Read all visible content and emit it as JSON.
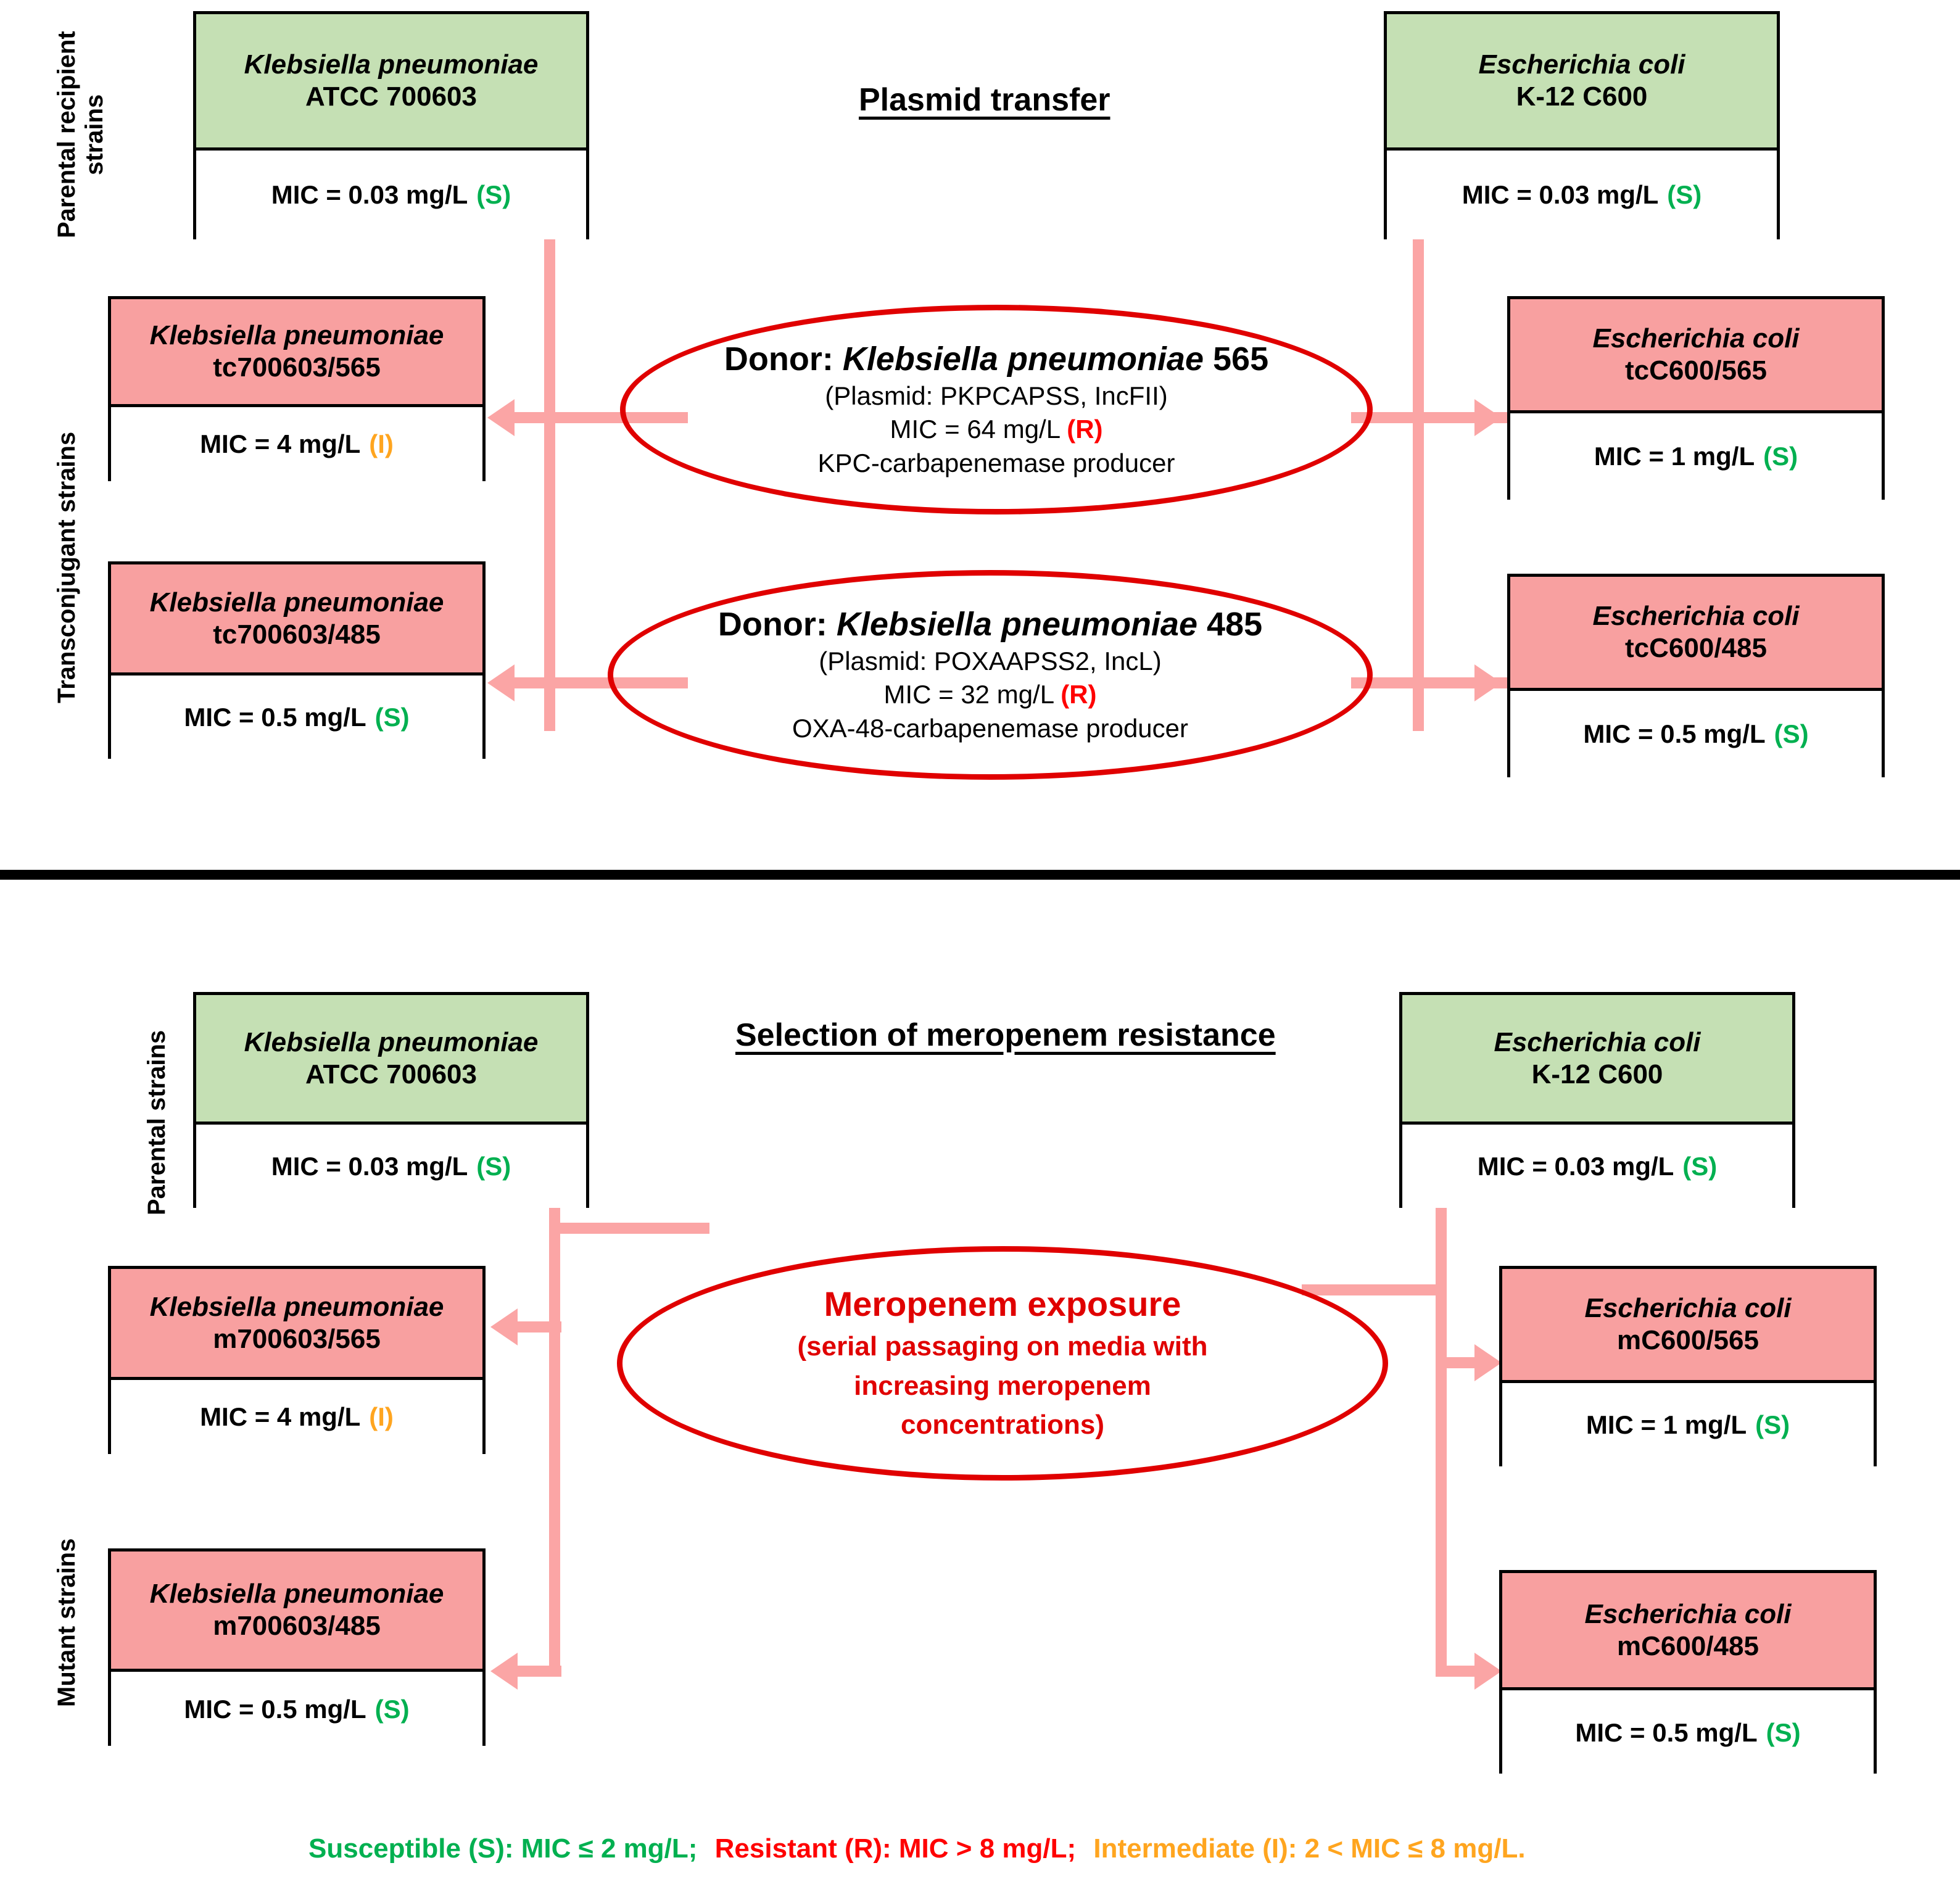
{
  "figure": {
    "colors": {
      "parental_fill": "#c5e0b4",
      "derived_fill": "#f8a0a0",
      "connector": "#fba5a5",
      "ellipse_stroke": "#e00000",
      "susceptible": "#00b050",
      "resistant": "#ff0000",
      "intermediate": "#ffa51f"
    }
  },
  "top_section": {
    "title": "Plasmid transfer",
    "row_labels": {
      "parental": "Parental recipient\nstrains",
      "derived": "Transconjugant strains"
    },
    "parental": [
      {
        "species": "Klebsiella pneumoniae",
        "strain": "ATCC 700603",
        "mic": "MIC = 0.03 mg/L",
        "category": "(S)",
        "category_key": "S"
      },
      {
        "species": "Escherichia coli",
        "strain": "K-12 C600",
        "mic": "MIC = 0.03 mg/L",
        "category": "(S)",
        "category_key": "S"
      }
    ],
    "donors": [
      {
        "title_prefix": "Donor: ",
        "title_species": "Klebsiella pneumoniae",
        "title_number": " 565",
        "plasmid": "(Plasmid: PKPCAPSS, IncFII)",
        "mic": "MIC = 64 mg/L",
        "category": "(R)",
        "category_key": "R",
        "enzyme": "KPC-carbapenemase producer"
      },
      {
        "title_prefix": "Donor: ",
        "title_species": "Klebsiella pneumoniae",
        "title_number": " 485",
        "plasmid": "(Plasmid: POXAAPSS2, IncL)",
        "mic": "MIC = 32 mg/L",
        "category": "(R)",
        "category_key": "R",
        "enzyme": "OXA-48-carbapenemase producer"
      }
    ],
    "transconjugants_left": [
      {
        "species": "Klebsiella pneumoniae",
        "strain": "tc700603/565",
        "mic": "MIC = 4 mg/L",
        "category": "(I)",
        "category_key": "I"
      },
      {
        "species": "Klebsiella pneumoniae",
        "strain": "tc700603/485",
        "mic": "MIC = 0.5 mg/L",
        "category": "(S)",
        "category_key": "S"
      }
    ],
    "transconjugants_right": [
      {
        "species": "Escherichia coli",
        "strain": "tcC600/565",
        "mic": "MIC = 1 mg/L",
        "category": "(S)",
        "category_key": "S"
      },
      {
        "species": "Escherichia coli",
        "strain": "tcC600/485",
        "mic": "MIC = 0.5 mg/L",
        "category": "(S)",
        "category_key": "S"
      }
    ]
  },
  "bottom_section": {
    "title": "Selection of meropenem resistance",
    "row_labels": {
      "parental": "Parental strains",
      "derived": "Mutant strains"
    },
    "parental": [
      {
        "species": "Klebsiella pneumoniae",
        "strain": "ATCC 700603",
        "mic": "MIC = 0.03 mg/L",
        "category": "(S)",
        "category_key": "S"
      },
      {
        "species": "Escherichia coli",
        "strain": "K-12 C600",
        "mic": "MIC = 0.03 mg/L",
        "category": "(S)",
        "category_key": "S"
      }
    ],
    "treatment": {
      "title": "Meropenem exposure",
      "line1": "(serial passaging on media with",
      "line2": "increasing meropenem",
      "line3": "concentrations)"
    },
    "mutants_left": [
      {
        "species": "Klebsiella pneumoniae",
        "strain": "m700603/565",
        "mic": "MIC = 4 mg/L",
        "category": "(I)",
        "category_key": "I"
      },
      {
        "species": "Klebsiella pneumoniae",
        "strain": "m700603/485",
        "mic": "MIC = 0.5 mg/L",
        "category": "(S)",
        "category_key": "S"
      }
    ],
    "mutants_right": [
      {
        "species": "Escherichia coli",
        "strain": "mC600/565",
        "mic": "MIC = 1 mg/L",
        "category": "(S)",
        "category_key": "S"
      },
      {
        "species": "Escherichia coli",
        "strain": "mC600/485",
        "mic": "MIC = 0.5 mg/L",
        "category": "(S)",
        "category_key": "S"
      }
    ]
  },
  "legend": {
    "susceptible": "Susceptible (S): MIC ≤ 2 mg/L;",
    "resistant": "Resistant (R): MIC > 8 mg/L;",
    "intermediate": "Intermediate (I): 2 < MIC ≤ 8 mg/L."
  }
}
